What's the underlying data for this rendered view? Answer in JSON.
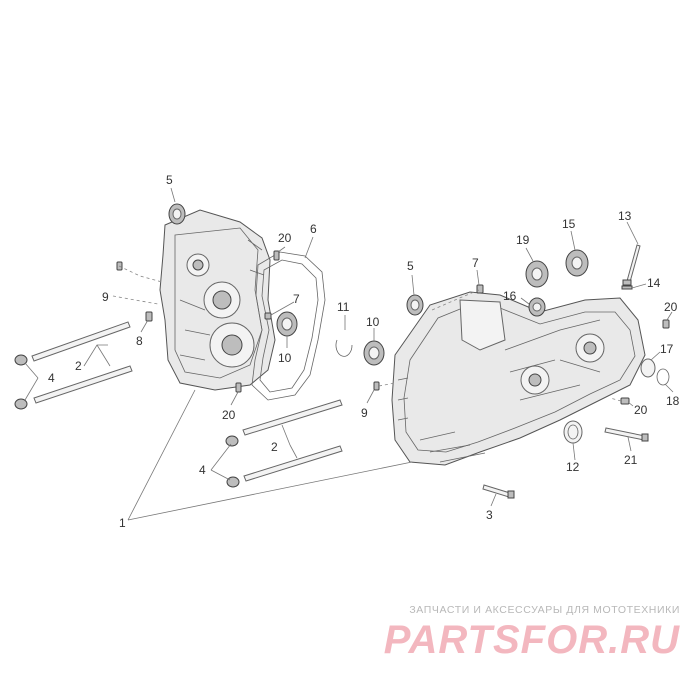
{
  "callouts": {
    "c1": "1",
    "c2a": "2",
    "c2b": "2",
    "c3": "3",
    "c4a": "4",
    "c4b": "4",
    "c5a": "5",
    "c5b": "5",
    "c6": "6",
    "c7a": "7",
    "c7b": "7",
    "c8": "8",
    "c9a": "9",
    "c9b": "9",
    "c10a": "10",
    "c10b": "10",
    "c11": "11",
    "c12": "12",
    "c13": "13",
    "c14": "14",
    "c15": "15",
    "c16": "16",
    "c17": "17",
    "c18": "18",
    "c19": "19",
    "c20a": "20",
    "c20b": "20",
    "c20c": "20",
    "c20d": "20",
    "c21": "21"
  },
  "footer": {
    "tagline": "ЗАПЧАСТИ И АКСЕССУАРЫ ДЛЯ МОТОТЕХНИКИ",
    "logo": "PARTSFOR.RU"
  },
  "colors": {
    "line": "#555555",
    "fill": "#e9e9e9",
    "logo": "#f3b7bf",
    "tagline": "#b8b8b8"
  }
}
